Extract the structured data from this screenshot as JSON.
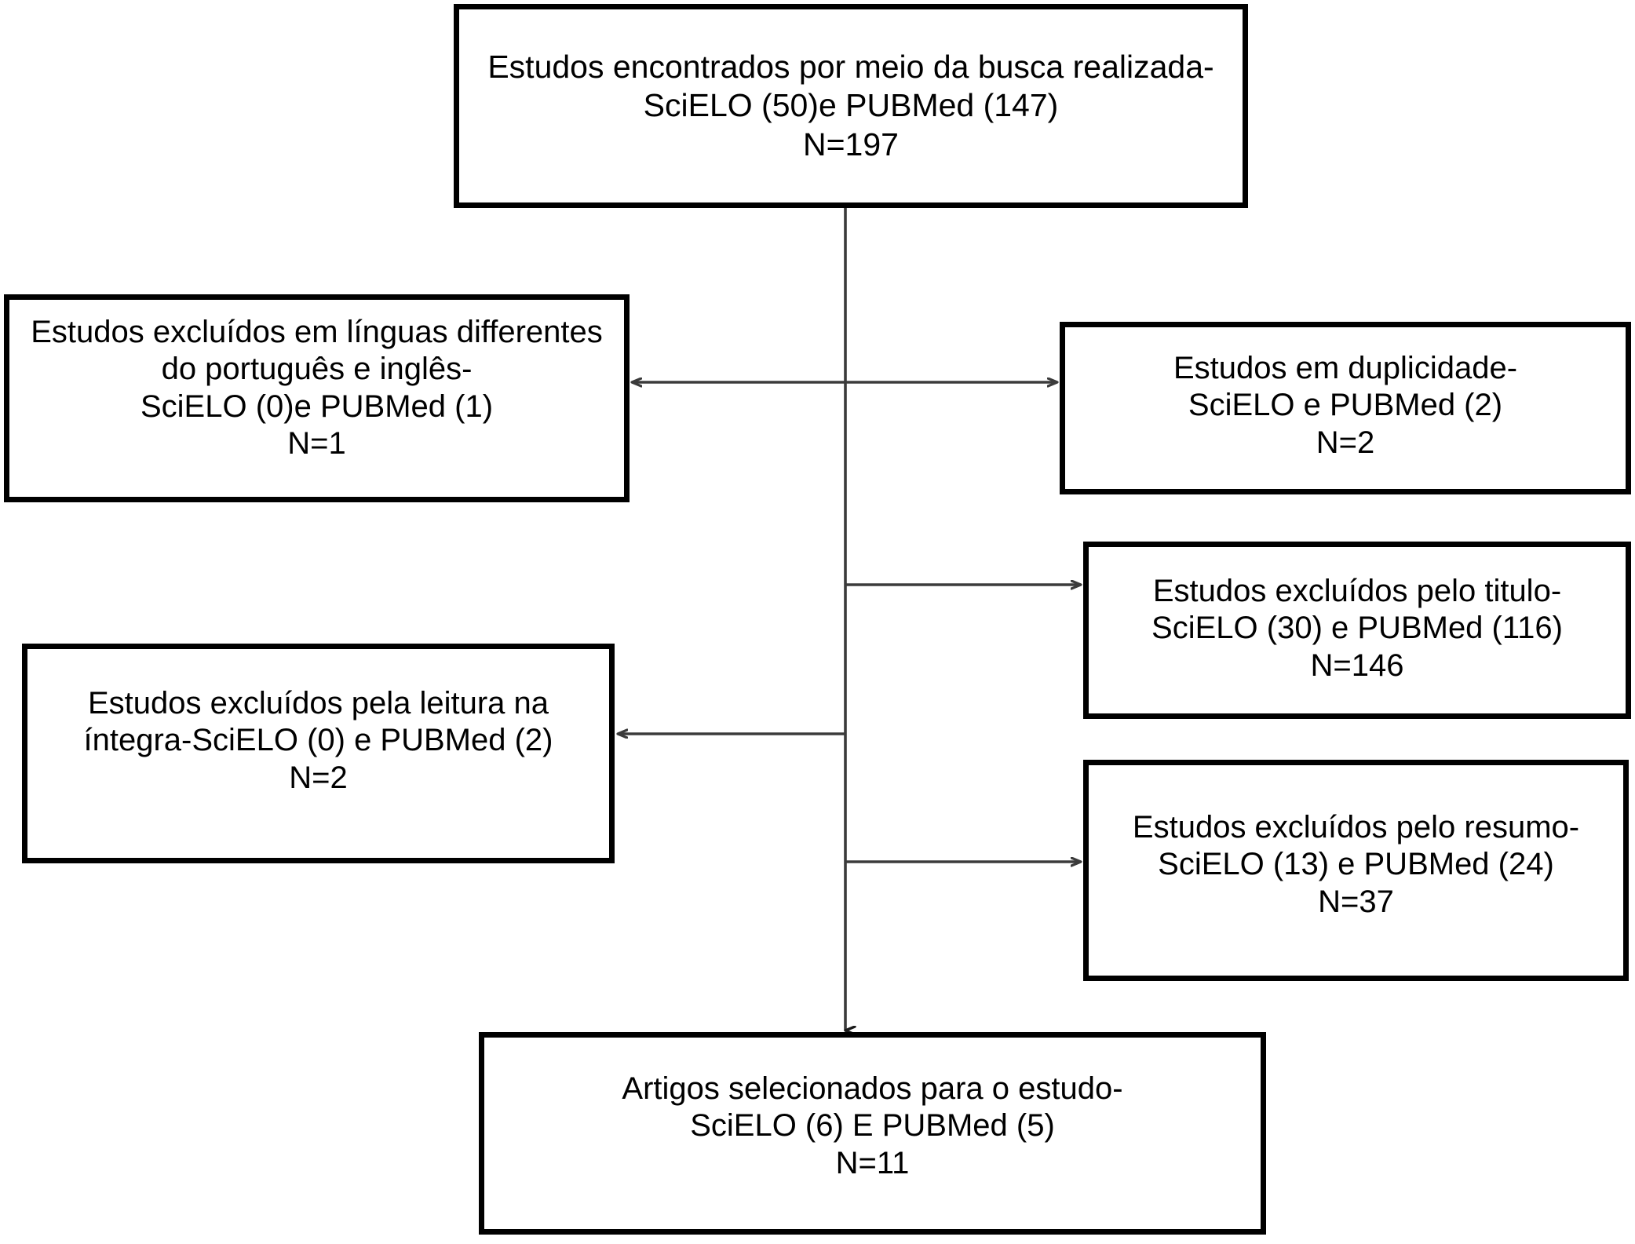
{
  "figure": {
    "type": "prisma-flow-diagram",
    "language": "pt-BR",
    "stroke_color": "#000000",
    "background_color": "#ffffff",
    "connector_color": "#3b3b3b"
  },
  "boxes": {
    "identification": {
      "id": "estudos-encontrados",
      "text": "Estudos encontrados por meio da busca realizada-\nSciELO (50)e PUBMed (147)\nN=197",
      "line1": "Estudos encontrados por meio da busca",
      "line2": "realizada-",
      "line3": "SciELO (50)e PUBMed (147)",
      "line4": "N=197",
      "scielo": 50,
      "pubmed": 147,
      "n": 197
    },
    "excluded_language": {
      "id": "excluidos-linguas",
      "text": "Estudos excluídos em línguas differentes do português e inglês-\nSciELO (0)e PUBMed (1)\nN=1",
      "line1": "Estudos excluídos em línguas",
      "line2": "differentes do português e inglês-",
      "line3": "SciELO (0)e PUBMed (1)",
      "line4": "N=1",
      "scielo": 0,
      "pubmed": 1,
      "n": 1
    },
    "duplicates": {
      "id": "estudos-duplicidade",
      "text": "Estudos em duplicidade-\nSciELO e PUBMed (2)\nN=2",
      "line1": "Estudos em duplicidade-",
      "line2": "SciELO e PUBMed (2)",
      "line3": "N=2",
      "n": 2
    },
    "excluded_title": {
      "id": "excluidos-titulo",
      "text": "Estudos excluídos pelo titulo-\nSciELO (30) e PUBMed (116)\nN=146",
      "line1": "Estudos excluídos pelo titulo-",
      "line2": "SciELO (30) e PUBMed (116)",
      "line3": "N=146",
      "scielo": 30,
      "pubmed": 116,
      "n": 146
    },
    "excluded_fulltext": {
      "id": "excluidos-leitura-integra",
      "text": "Estudos excluídos pela leitura na íntegra-SciELO (0) e PUBMed (2)\nN=2",
      "line1": "Estudos excluídos pela leitura na",
      "line2": "íntegra-SciELO (0) e PUBMed (2)",
      "line3": "N=2",
      "scielo": 0,
      "pubmed": 2,
      "n": 2
    },
    "excluded_abstract": {
      "id": "excluidos-resumo",
      "text": "Estudos excluídos pelo resumo-\nSciELO (13) e PUBMed (24)\nN=37",
      "line1": "Estudos excluídos pelo resumo-",
      "line2": "SciELO (13) e PUBMed (24)",
      "line3": "N=37",
      "scielo": 13,
      "pubmed": 24,
      "n": 37
    },
    "included": {
      "id": "artigos-selecionados",
      "text": "Artigos selecionados para o estudo-\nSciELO (6) E PUBMed (5)\nN=11",
      "line1": "Artigos selecionados para o estudo-",
      "line2": "SciELO (6) E PUBMed (5)",
      "line3": "N=11",
      "scielo": 6,
      "pubmed": 5,
      "n": 11
    }
  },
  "connectors": [
    {
      "name": "trunk-vertical",
      "from": "identification",
      "to": "included",
      "direction": "down",
      "arrowheads": "end"
    },
    {
      "name": "language-duplicates-crossbar",
      "from": "trunk",
      "to": "excluded_language / duplicates",
      "direction": "both",
      "arrowheads": "both"
    },
    {
      "name": "trunk-to-title",
      "from": "trunk",
      "to": "excluded_title",
      "direction": "right",
      "arrowheads": "end"
    },
    {
      "name": "trunk-to-fulltext",
      "from": "trunk",
      "to": "excluded_fulltext",
      "direction": "left",
      "arrowheads": "end"
    },
    {
      "name": "trunk-to-abstract",
      "from": "trunk",
      "to": "excluded_abstract",
      "direction": "right",
      "arrowheads": "end"
    }
  ]
}
